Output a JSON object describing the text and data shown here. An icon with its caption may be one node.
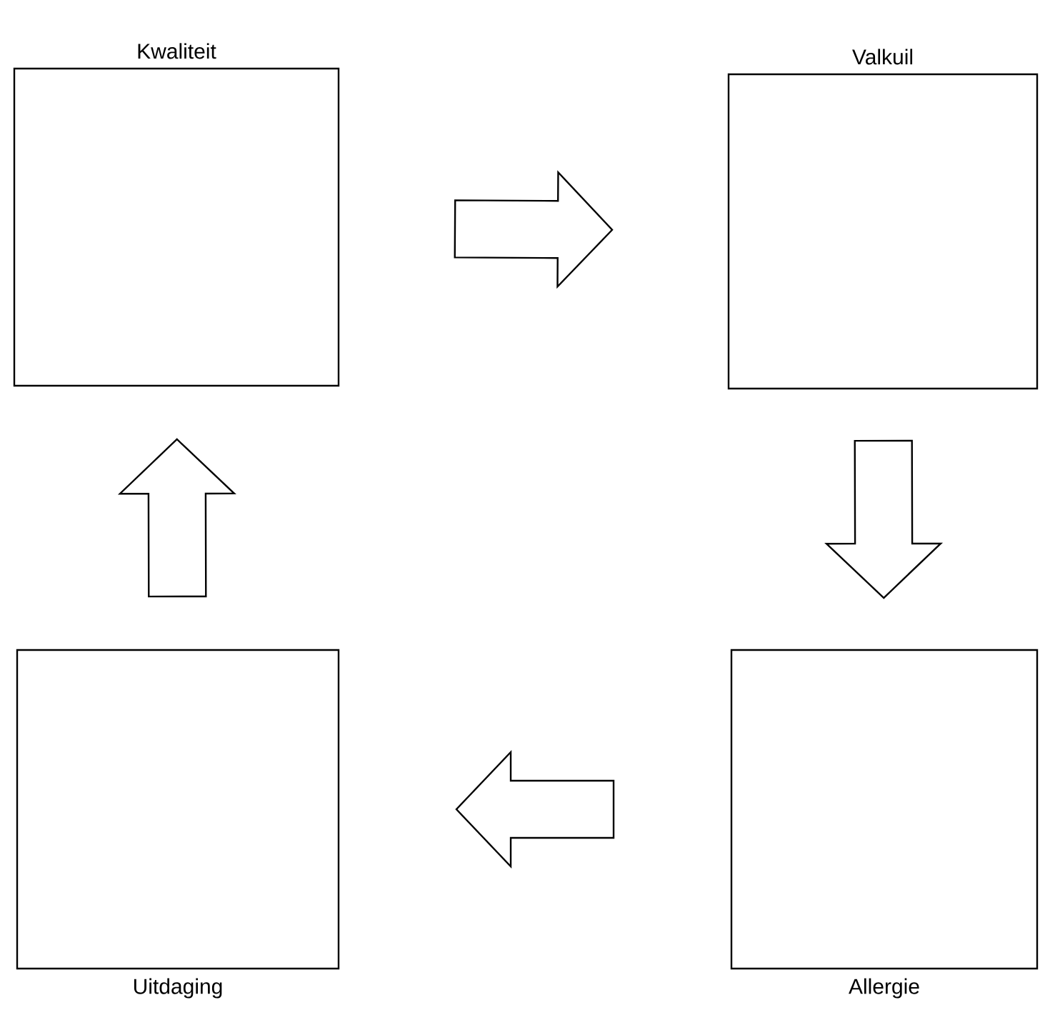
{
  "diagram": {
    "nodes": [
      {
        "text": [
          "Kwaliteit"
        ]
      },
      {
        "text": [
          "Valkuil"
        ]
      },
      {
        "text": [
          "Uitdaging"
        ]
      },
      {
        "text": [
          "Allergie"
        ]
      }
    ],
    "edges": [
      {
        "from": 0,
        "to": 1,
        "arrow": "to"
      },
      {
        "from": 1,
        "to": 3,
        "arrow": "to"
      },
      {
        "from": 3,
        "to": 2,
        "arrow": "to"
      },
      {
        "from": 2,
        "to": 0,
        "arrow": "to"
      }
    ]
  }
}
